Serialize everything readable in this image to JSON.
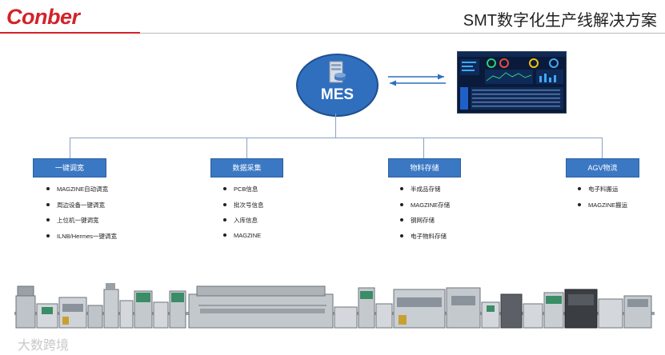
{
  "header": {
    "logo_text": "Conber",
    "title": "SMT数字化生产线解决方案"
  },
  "center": {
    "label": "MES",
    "icon": "server-icon"
  },
  "dashboard": {
    "icon": "dashboard-screenshot"
  },
  "sync": {
    "icon": "bidirectional-arrows-icon"
  },
  "categories": [
    {
      "label": "一键调宽",
      "items": [
        "MAGZINE自动调宽",
        "周边设备一键调宽",
        "上位机一键调宽",
        "ILNB/Hermes一键调宽"
      ]
    },
    {
      "label": "数据采集",
      "items": [
        "PCB信息",
        "批次号信息",
        "入库信息",
        "MAGZINE"
      ]
    },
    {
      "label": "物料存储",
      "items": [
        "半成品存储",
        "MAGZINE存储",
        "钢网存储",
        "电子物料存储"
      ]
    },
    {
      "label": "AGV物流",
      "items": [
        "电子料搬运",
        "MAGZINE搬运"
      ]
    }
  ],
  "production_line": {
    "icon": "smt-production-line-illustration"
  },
  "watermark": "大数跨境",
  "colors": {
    "brand_red": "#d2232a",
    "box_blue": "#3b78c4",
    "mes_blue": "#2f6fbe",
    "connector": "#8aa3c0"
  }
}
